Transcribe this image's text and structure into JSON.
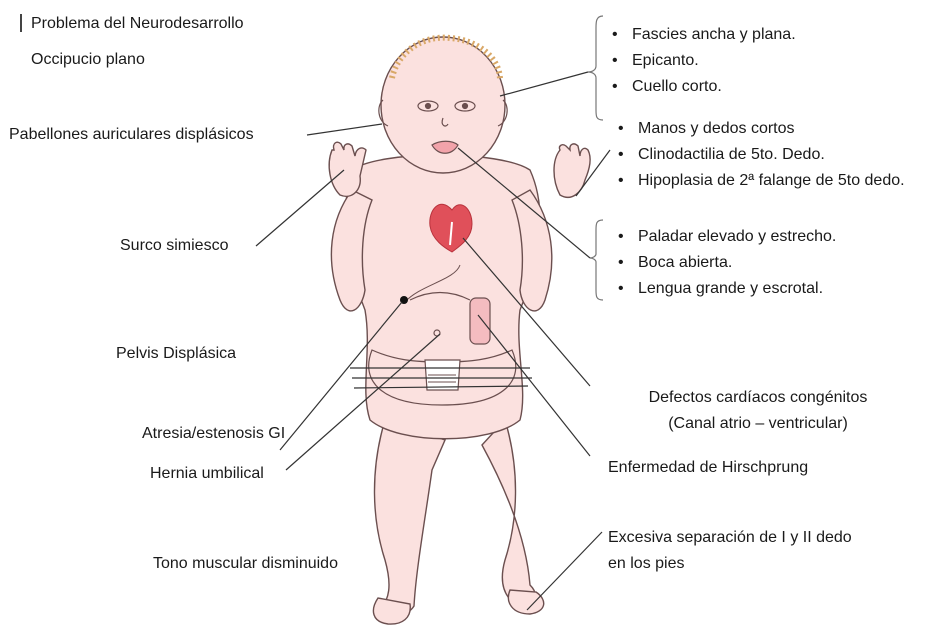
{
  "title": "Problema del Neurodesarrollo",
  "left_labels": {
    "occiput": "Occipucio plano",
    "ears": "Pabellones auriculares displásicos",
    "simian": "Surco simiesco",
    "pelvis": "Pelvis Displásica",
    "atresia": "Atresia/estenosis GI",
    "hernia": "Hernia umbilical",
    "tone": "Tono muscular disminuido"
  },
  "face_group": [
    "Fascies ancha y plana.",
    "Epicanto.",
    "Cuello corto."
  ],
  "hands_group": [
    "Manos y dedos cortos",
    "Clinodactilia de 5to. Dedo.",
    "Hipoplasia de 2ª falange de 5to dedo."
  ],
  "mouth_group": [
    "Paladar elevado y estrecho.",
    "Boca abierta.",
    "Lengua grande y escrotal."
  ],
  "right_labels": {
    "cardiac_line1": "Defectos cardíacos congénitos",
    "cardiac_line2": "(Canal atrio – ventricular)",
    "hirschsprung": "Enfermedad de Hirschprung",
    "feet_line1": "Excesiva separación de I y II dedo",
    "feet_line2": "en los pies"
  },
  "colors": {
    "skin": "#fbe1df",
    "outline": "#6b4f4f",
    "heart": "#e0505a",
    "hair": "#e8c48a",
    "leader": "#333333"
  }
}
